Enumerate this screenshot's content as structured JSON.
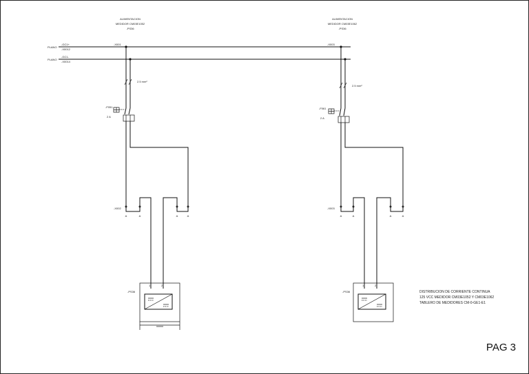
{
  "page": {
    "number": "PAG 3"
  },
  "bus": {
    "label": "PLANO",
    "line1": {
      "code": "-GC1+",
      "ref": "-X0012"
    },
    "line2": {
      "code": "-GC1-",
      "ref": "-X0014"
    }
  },
  "circuits": [
    {
      "header": [
        "ALIMENTACION",
        "MEDIDOR CM03E1052",
        "-PS36"
      ],
      "tap_terminal": "-X001",
      "cable_section": "2.5 mm²",
      "breaker": {
        "tag": "-F051",
        "rating": "2 A"
      },
      "terminal_block": {
        "tag": "-X002",
        "letters": [
          "A",
          "A",
          "A",
          "A"
        ]
      },
      "meter_tag": "-PS36",
      "meter_terminals": [
        "1",
        "2"
      ]
    },
    {
      "header": [
        "ALIMENTACION",
        "MEDIDOR CM03E1062",
        "-PS36"
      ],
      "tap_terminal": "-X003",
      "cable_section": "2.5 mm²",
      "breaker": {
        "tag": "-F061",
        "rating": "2 A"
      },
      "terminal_block": {
        "tag": "-X003",
        "letters": [
          "A",
          "A",
          "A",
          "A"
        ]
      },
      "meter_tag": "-PS36",
      "meter_terminals": [
        "1",
        "2"
      ]
    }
  ],
  "description": [
    "DISTRIBUCION DE CORRIENTE CONTINUA",
    "125 VCC MEDIDOR CM03E1052 Y CM03E1062",
    "TABLERO DE MEDIDORES CM-0-GE1-E1"
  ],
  "colors": {
    "line": "#111111",
    "text": "#222222",
    "background": "#ffffff"
  }
}
